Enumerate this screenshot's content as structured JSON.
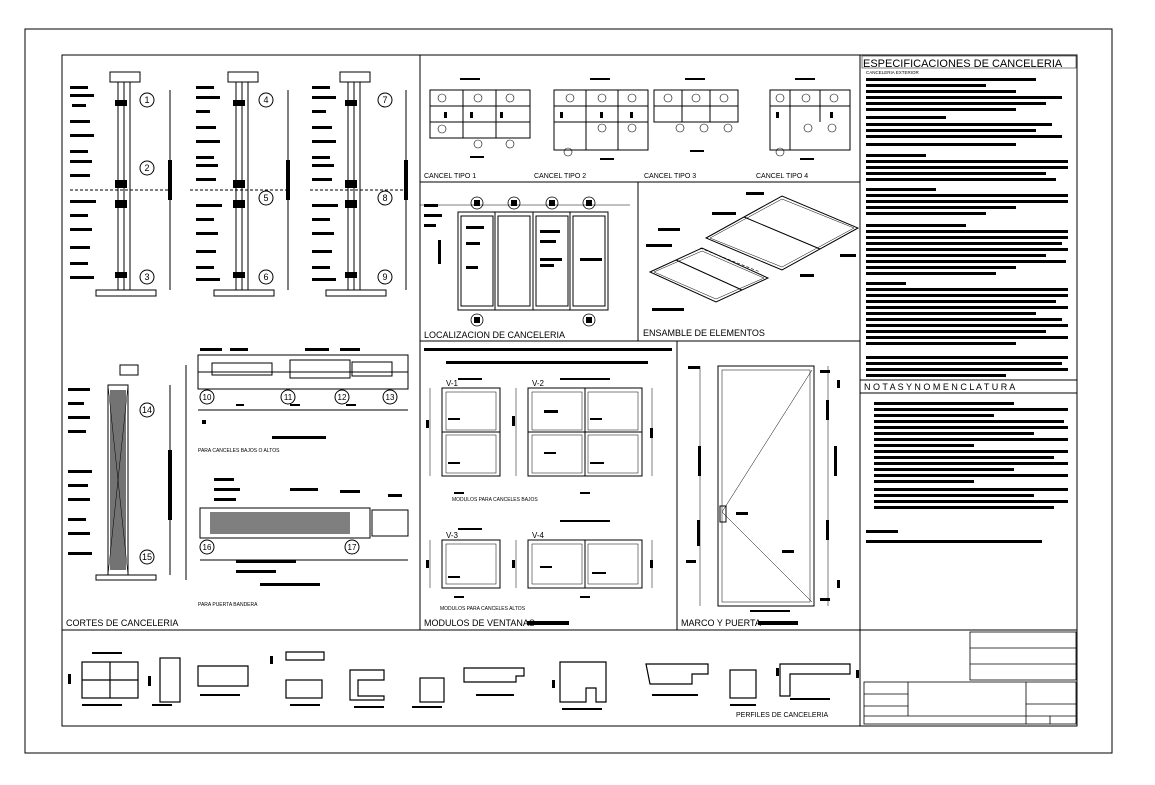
{
  "sheet": {
    "panels": {
      "cortes": "CORTES DE CANCELERIA",
      "cancel_types": [
        "CANCEL  TIPO  1",
        "CANCEL  TIPO  2",
        "CANCEL  TIPO  3",
        "CANCEL  TIPO  4"
      ],
      "localizacion": "LOCALIZACION DE CANCELERIA",
      "ensamble": "ENSAMBLE DE ELEMENTOS",
      "ventanas": "MODULOS DE VENTANAS",
      "marco": "MARCO Y PUERTA",
      "perfiles": "PERFILES DE CANCELERIA"
    },
    "notes": {
      "bajos_altos": "PARA CANCELES BAJOS O ALTOS",
      "puerta_bandera": "PARA PUERTA BANDERA",
      "modulos_bajos": "MODULOS PARA CANCELES BAJOS",
      "modulos_altos": "MODULOS PARA CANCELES ALTOS"
    },
    "window_labels": [
      "V-1",
      "V-2",
      "V-3",
      "V-4"
    ],
    "section_numbers": [
      "1",
      "2",
      "3",
      "4",
      "5",
      "6",
      "7",
      "8",
      "9",
      "10",
      "11",
      "12",
      "13",
      "14",
      "15",
      "16",
      "17"
    ],
    "specs": {
      "title": "ESPECIFICACIONES DE CANCELERIA",
      "subtitle": "CANCELERIA EXTERIOR",
      "notes_title": "N O T A S   Y   N O M E N C L A T U R A"
    }
  }
}
